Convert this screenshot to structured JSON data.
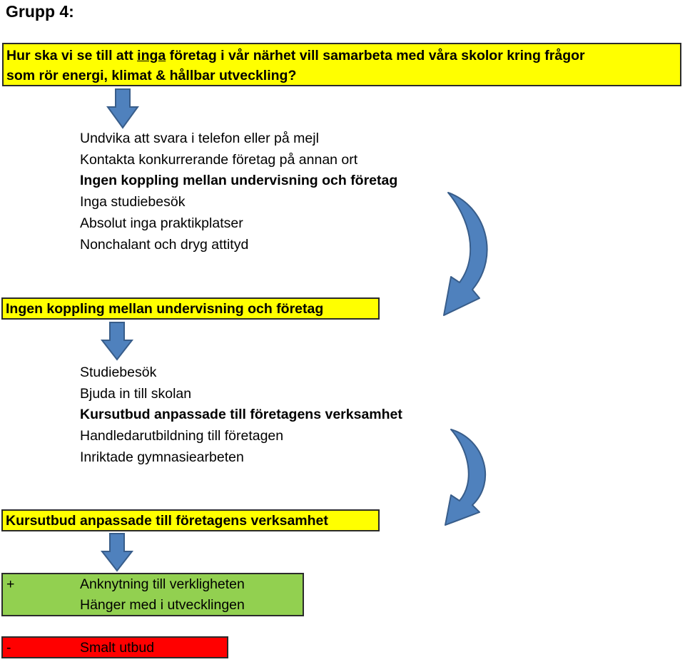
{
  "title": "Grupp 4:",
  "question": {
    "part1": "Hur ska vi se till att ",
    "underlined": "inga",
    "part2": " företag i vår närhet vill samarbeta med våra skolor kring frågor",
    "line2": "som rör energi, klimat & hållbar utveckling?"
  },
  "list1": [
    "Undvika att svara i telefon eller på mejl",
    "Kontakta konkurrerande företag på annan ort",
    "Ingen koppling mellan undervisning och företag",
    "Inga studiebesök",
    "Absolut inga praktikplatser",
    "Nonchalant och dryg attityd"
  ],
  "highlight1": "Ingen koppling mellan undervisning och företag",
  "list2": [
    "Studiebesök",
    "Bjuda in till skolan",
    "Kursutbud anpassade till företagens verksamhet",
    "Handledarutbildning till företagen",
    "Inriktade gymnasiearbeten"
  ],
  "highlight2": "Kursutbud anpassade till företagens verksamhet",
  "plus": {
    "sign": "+",
    "lines": [
      "Anknytning till verkligheten",
      "Hänger med i utvecklingen"
    ]
  },
  "minus": {
    "sign": "-",
    "text": "Smalt utbud"
  },
  "colors": {
    "highlight": "#ffff00",
    "positive": "#92d050",
    "negative": "#ff0000",
    "arrow": "#4f81bd"
  },
  "icons": {
    "down_arrow": "down-arrow-icon",
    "curved_arrow": "curved-arrow-icon"
  }
}
